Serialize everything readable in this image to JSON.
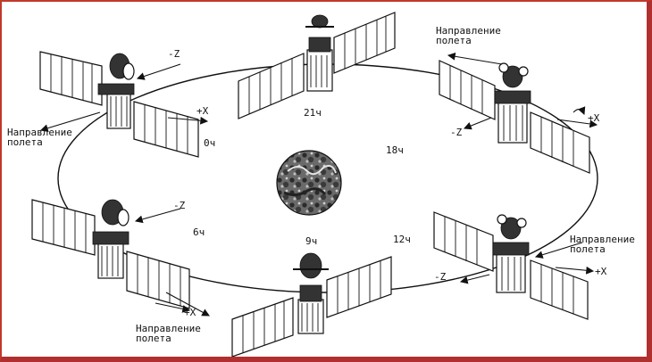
{
  "labels": {
    "minus_z": "-Z",
    "plus_x": "+X",
    "flight_direction": "Направление\nполета"
  },
  "hours": {
    "h0": "0ч",
    "h6": "6ч",
    "h9": "9ч",
    "h12": "12ч",
    "h18": "18ч",
    "h21": "21ч"
  },
  "colors": {
    "ink": "#111111",
    "frame": "#c0392b",
    "earth": "#555555"
  }
}
